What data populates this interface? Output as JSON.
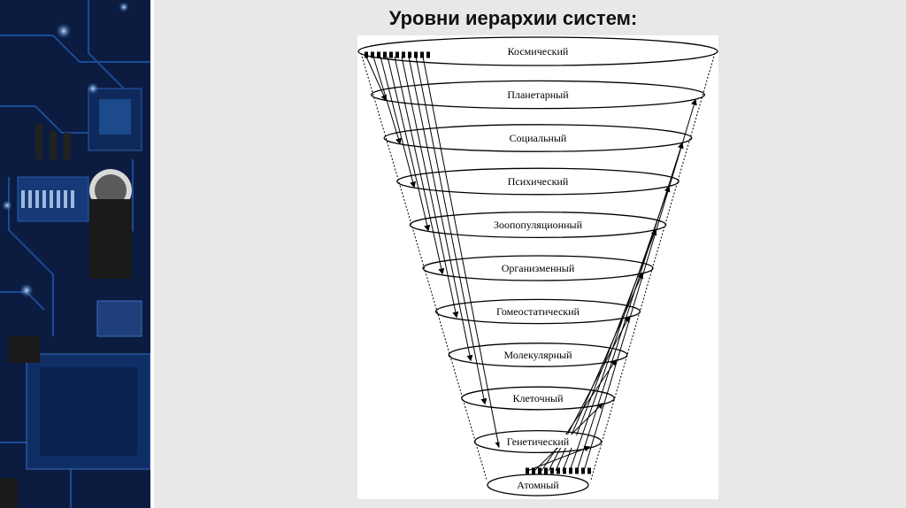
{
  "slide": {
    "title": "Уровни иерархии систем:"
  },
  "diagram": {
    "levels": [
      "Космический",
      "Планетарный",
      "Социальный",
      "Психический",
      "Зоопопуляционный",
      "Организменный",
      "Гомеостатический",
      "Молекулярный",
      "Клеточный",
      "Генетический",
      "Атомный"
    ]
  },
  "colors": {
    "background": "#e8e8e8",
    "circuit_panel": "#0a1a3a",
    "circuit_trace": "#1e4fa0",
    "circuit_glow": "#7fb8ff"
  }
}
